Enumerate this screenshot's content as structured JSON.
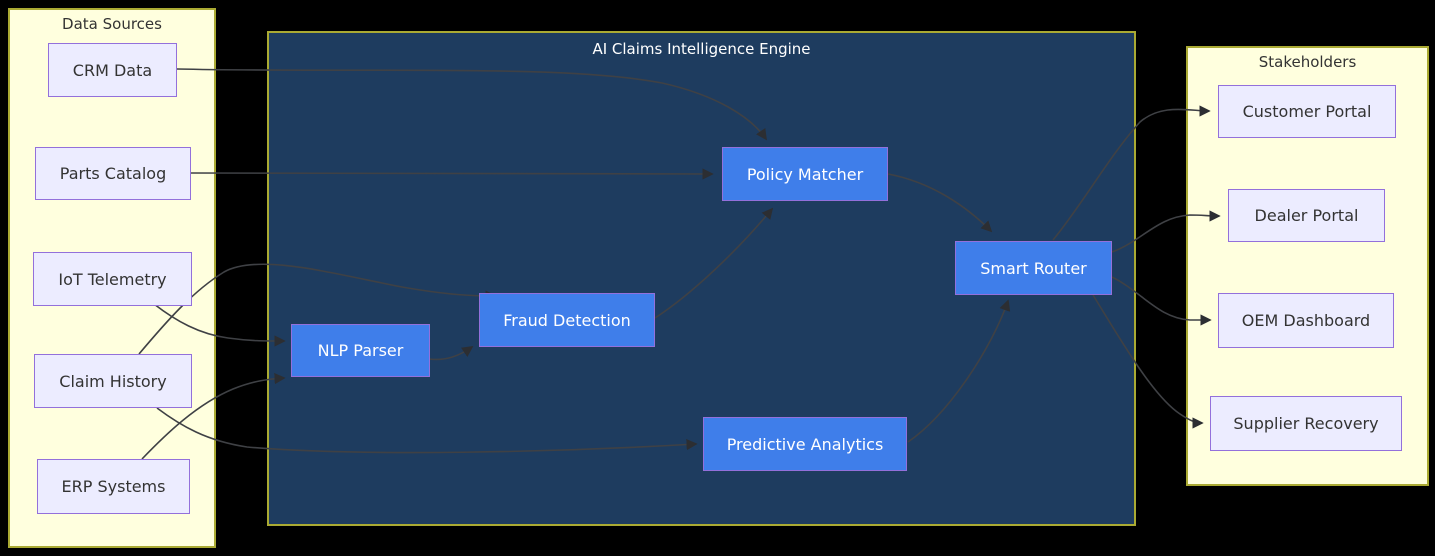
{
  "clusters": {
    "data_sources": {
      "title": "Data Sources"
    },
    "engine": {
      "title": "AI Claims Intelligence Engine"
    },
    "stakeholders": {
      "title": "Stakeholders"
    }
  },
  "nodes": {
    "crm": {
      "label": "CRM Data"
    },
    "parts": {
      "label": "Parts Catalog"
    },
    "iot": {
      "label": "IoT Telemetry"
    },
    "claim": {
      "label": "Claim History"
    },
    "erp": {
      "label": "ERP Systems"
    },
    "nlp": {
      "label": "NLP Parser"
    },
    "fraud": {
      "label": "Fraud Detection"
    },
    "policy": {
      "label": "Policy Matcher"
    },
    "predictive": {
      "label": "Predictive Analytics"
    },
    "smart": {
      "label": "Smart Router"
    },
    "customer": {
      "label": "Customer Portal"
    },
    "dealer": {
      "label": "Dealer Portal"
    },
    "oem": {
      "label": "OEM Dashboard"
    },
    "supplier": {
      "label": "Supplier Recovery"
    }
  },
  "edges": [
    {
      "from": "CRM Data",
      "to": "Policy Matcher"
    },
    {
      "from": "Parts Catalog",
      "to": "Policy Matcher"
    },
    {
      "from": "IoT Telemetry",
      "to": "NLP Parser"
    },
    {
      "from": "Claim History",
      "to": "Fraud Detection"
    },
    {
      "from": "Claim History",
      "to": "Predictive Analytics"
    },
    {
      "from": "ERP Systems",
      "to": "NLP Parser"
    },
    {
      "from": "NLP Parser",
      "to": "Fraud Detection"
    },
    {
      "from": "Fraud Detection",
      "to": "Policy Matcher"
    },
    {
      "from": "Policy Matcher",
      "to": "Smart Router"
    },
    {
      "from": "Predictive Analytics",
      "to": "Smart Router"
    },
    {
      "from": "Smart Router",
      "to": "Customer Portal"
    },
    {
      "from": "Smart Router",
      "to": "Dealer Portal"
    },
    {
      "from": "Smart Router",
      "to": "OEM Dashboard"
    },
    {
      "from": "Smart Router",
      "to": "Supplier Recovery"
    }
  ],
  "colors": {
    "background": "#000000",
    "cluster_fill": "#ffffde",
    "cluster_border": "#aaaa33",
    "engine_fill": "#1e3c5f",
    "source_node_fill": "#ececff",
    "source_node_border": "#9370db",
    "engine_node_fill": "#3f7eea",
    "engine_node_border": "#9370db",
    "node_text_dark": "#333333",
    "node_text_light": "#ffffff",
    "edge": "#3f4145",
    "edge_arrow": "#2c2e32"
  }
}
